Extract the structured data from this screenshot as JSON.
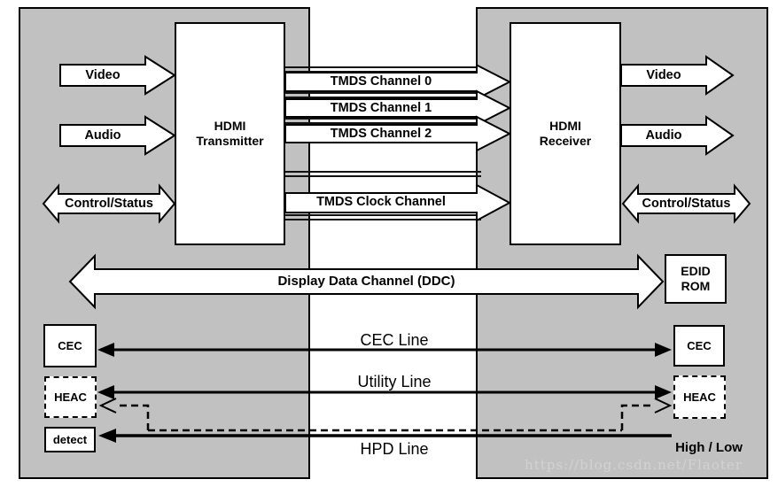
{
  "colors": {
    "panel_gray": "#c1c1c1",
    "outline_black": "#000000",
    "box_white": "#ffffff",
    "watermark_gray": "#d2d2d2"
  },
  "blocks": {
    "transmitter": {
      "line1": "HDMI",
      "line2": "Transmitter"
    },
    "receiver": {
      "line1": "HDMI",
      "line2": "Receiver"
    },
    "edid_rom": {
      "line1": "EDID",
      "line2": "ROM"
    },
    "cec_left": {
      "label": "CEC"
    },
    "cec_right": {
      "label": "CEC"
    },
    "heac_left": {
      "label": "HEAC"
    },
    "heac_right": {
      "label": "HEAC"
    },
    "detect": {
      "label": "detect"
    }
  },
  "arrows": {
    "video_in": {
      "label": "Video"
    },
    "audio_in": {
      "label": "Audio"
    },
    "control_status_left": {
      "label": "Control/Status"
    },
    "video_out": {
      "label": "Video"
    },
    "audio_out": {
      "label": "Audio"
    },
    "control_status_right": {
      "label": "Control/Status"
    },
    "tmds_channel_0": {
      "label": "TMDS Channel 0"
    },
    "tmds_channel_1": {
      "label": "TMDS Channel 1"
    },
    "tmds_channel_2": {
      "label": "TMDS Channel 2"
    },
    "tmds_clock": {
      "label": "TMDS Clock Channel"
    },
    "ddc": {
      "label": "Display Data Channel (DDC)"
    }
  },
  "lines": {
    "cec": {
      "label": "CEC Line"
    },
    "utility": {
      "label": "Utility Line"
    },
    "hpd": {
      "label": "HPD Line",
      "level": "High / Low"
    }
  },
  "watermark": {
    "text": "https://blog.csdn.net/Flaoter"
  }
}
